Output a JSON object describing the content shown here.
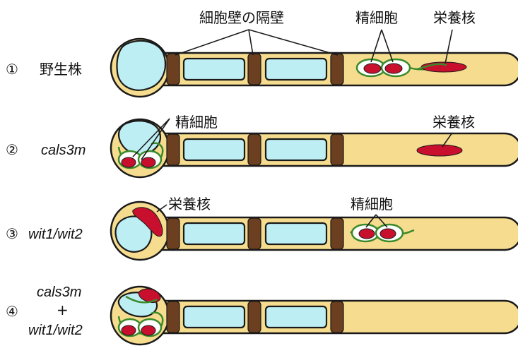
{
  "labels": {
    "cell_wall_septum": "細胞壁の隔壁",
    "sperm_cell": "精細胞",
    "vegetative_nucleus": "栄養核"
  },
  "rows": [
    {
      "number": "①",
      "name": "野生株"
    },
    {
      "number": "②",
      "name": "cals3m"
    },
    {
      "number": "③",
      "name": "wit1/wit2"
    },
    {
      "number": "④",
      "name_line1": "cals3m",
      "plus": "+",
      "name_line2": "wit1/wit2"
    }
  ]
}
